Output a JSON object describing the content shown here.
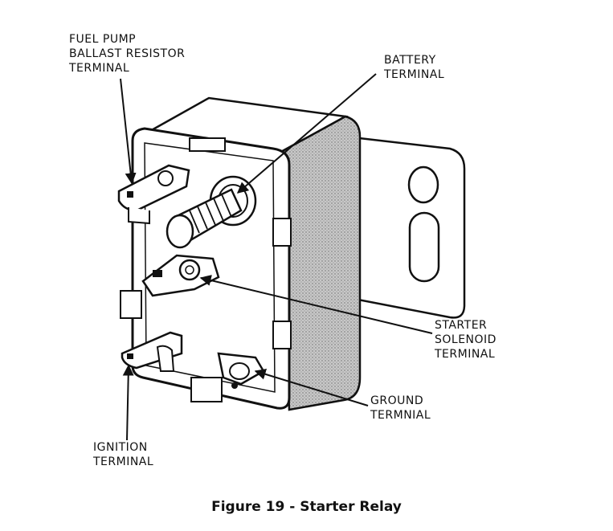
{
  "labels": {
    "fuel_pump": [
      "FUEL PUMP",
      "BALLAST RESISTOR",
      "TERMINAL"
    ],
    "battery": [
      "BATTERY",
      "TERMINAL"
    ],
    "starter": [
      "STARTER",
      "SOLENOID",
      "TERMINAL"
    ],
    "ground": [
      "GROUND",
      "TERMNIAL"
    ],
    "ignition": [
      "IGNITION",
      "TERMINAL"
    ]
  },
  "caption": "Figure 19 - Starter Relay"
}
